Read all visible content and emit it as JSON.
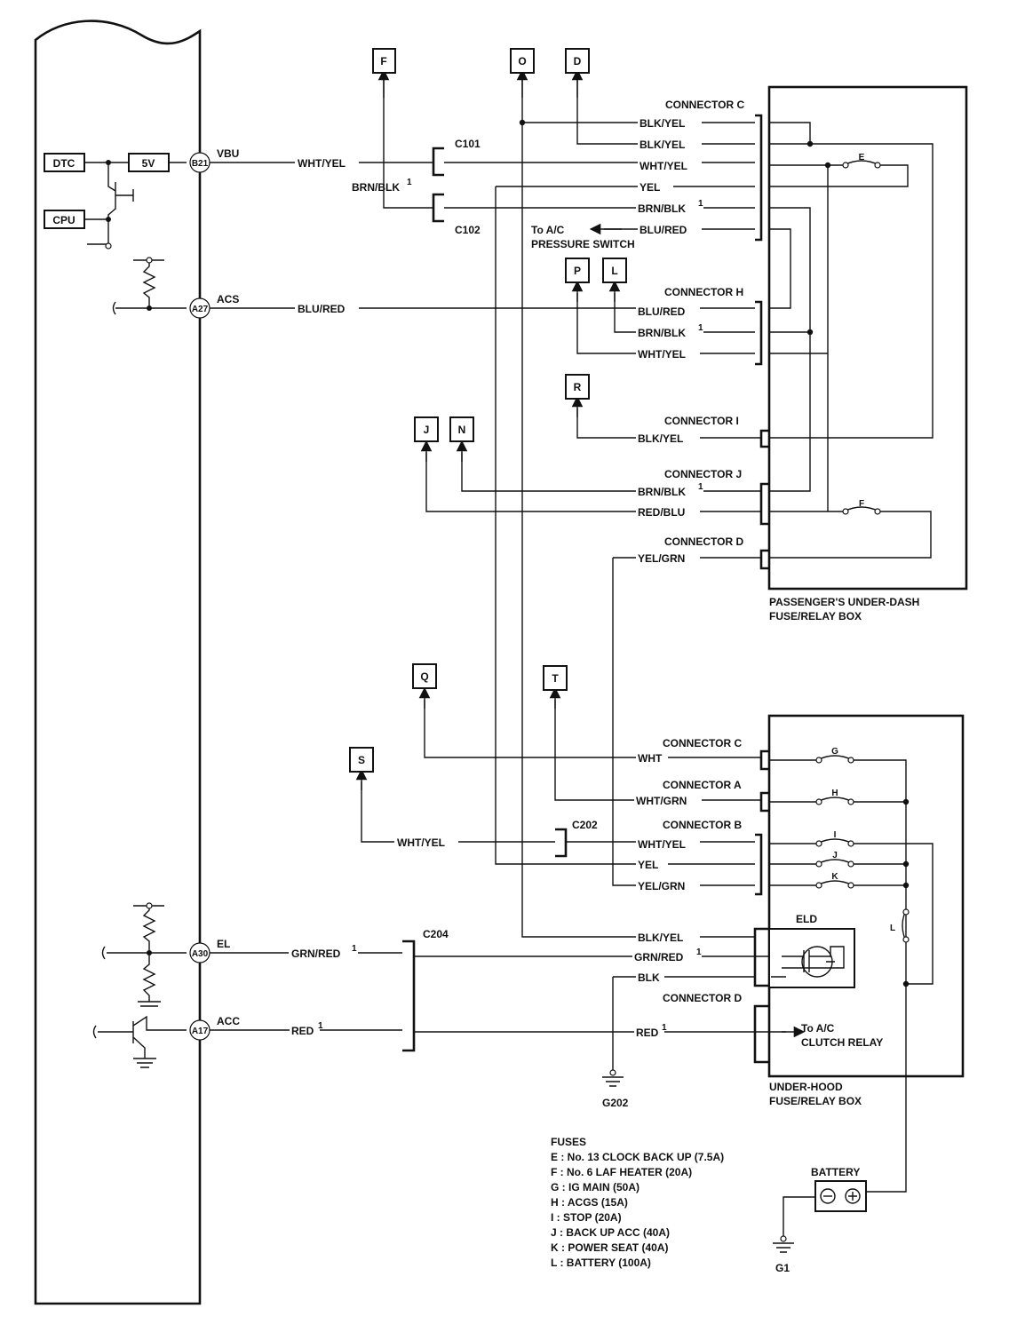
{
  "ecm": {
    "dtc": "DTC",
    "five_v": "5V",
    "cpu": "CPU",
    "pins": {
      "b21": "B21",
      "a27": "A27",
      "a30": "A30",
      "a17": "A17"
    },
    "pin_names": {
      "vbu": "VBU",
      "acs": "ACS",
      "el": "EL",
      "acc": "ACC"
    }
  },
  "refs": {
    "F": "F",
    "O": "O",
    "D": "D",
    "P": "P",
    "L": "L",
    "R": "R",
    "J": "J",
    "N": "N",
    "Q": "Q",
    "T": "T",
    "S": "S"
  },
  "wires": {
    "wht_yel": "WHT/YEL",
    "brn_blk": "BRN/BLK",
    "blu_red": "BLU/RED",
    "blk_yel": "BLK/YEL",
    "yel": "YEL",
    "red_blu": "RED/BLU",
    "yel_grn": "YEL/GRN",
    "wht": "WHT",
    "wht_grn": "WHT/GRN",
    "grn_red": "GRN/RED",
    "blk": "BLK",
    "red": "RED",
    "sup": "1"
  },
  "connectors": {
    "c101": "C101",
    "c102": "C102",
    "c202": "C202",
    "c204": "C204",
    "conn_c": "CONNECTOR C",
    "conn_h": "CONNECTOR H",
    "conn_i": "CONNECTOR I",
    "conn_j": "CONNECTOR J",
    "conn_d": "CONNECTOR D",
    "conn_a": "CONNECTOR A",
    "conn_b": "CONNECTOR B"
  },
  "notes": {
    "ac_pressure_1": "To A/C",
    "ac_pressure_2": "PRESSURE SWITCH",
    "ac_clutch_1": "To A/C",
    "ac_clutch_2": "CLUTCH RELAY",
    "pass_box_1": "PASSENGER'S UNDER-DASH",
    "pass_box_2": "FUSE/RELAY BOX",
    "hood_box_1": "UNDER-HOOD",
    "hood_box_2": "FUSE/RELAY BOX",
    "eld": "ELD",
    "battery": "BATTERY",
    "g202": "G202",
    "g1": "G1"
  },
  "fuse_letters": {
    "E": "E",
    "F": "F",
    "G": "G",
    "H": "H",
    "I": "I",
    "J": "J",
    "K": "K",
    "L": "L"
  },
  "fuses": {
    "heading": "FUSES",
    "items": [
      "E : No. 13 CLOCK BACK UP (7.5A)",
      "F : No. 6 LAF HEATER (20A)",
      "G : IG MAIN (50A)",
      "H : ACGS (15A)",
      "I : STOP (20A)",
      "J : BACK UP ACC (40A)",
      "K : POWER SEAT (40A)",
      "L : BATTERY (100A)"
    ]
  }
}
